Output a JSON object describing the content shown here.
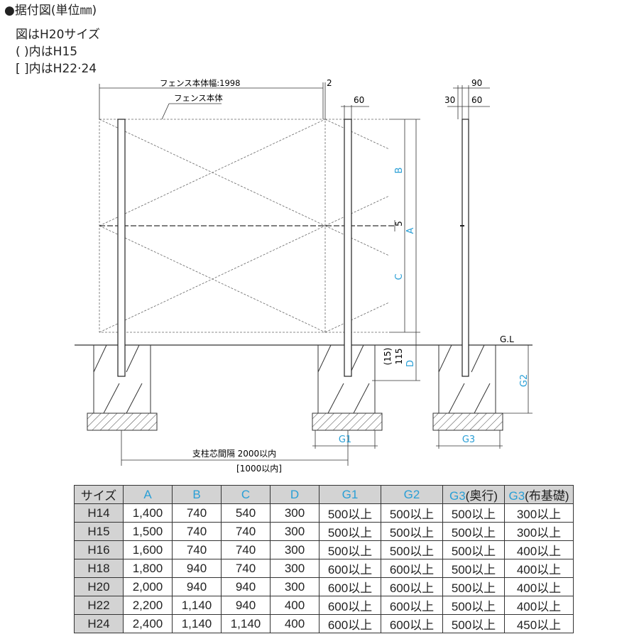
{
  "header": {
    "title": "●据付図(単位㎜)",
    "line1": "図はH20サイズ",
    "line2": "(    )内はH15",
    "line3": "[    ]内はH22·24"
  },
  "diagram": {
    "fence_width_label": "フェンス本体幅:1998",
    "fence_body_label": "フェンス本体",
    "gap_label": "2",
    "post_width_label": "60",
    "side_90": "90",
    "side_30": "30",
    "side_60": "60",
    "label_B": "B",
    "label_A": "A",
    "label_C": "C",
    "label_D": "D",
    "label_5": "5",
    "label_115": "115",
    "label_15": "(15)",
    "label_GL": "G.L",
    "label_G1": "G1",
    "label_G2": "G2",
    "label_G3": "G3",
    "post_spacing": "支柱芯間隔 2000以内",
    "post_spacing_alt": "[1000以内]"
  },
  "colors": {
    "blue_label": "#2a9fd6",
    "table_header_bg": "#d3d3d3"
  },
  "table": {
    "headers": {
      "size": "サイズ",
      "A": "A",
      "B": "B",
      "C": "C",
      "D": "D",
      "G1": "G1",
      "G2": "G2",
      "G3a": "G3",
      "G3a_note": "(奥行)",
      "G3b": "G3",
      "G3b_note": "(布基礎)"
    },
    "rows": [
      {
        "size": "H14",
        "A": "1,400",
        "B": "740",
        "C": "540",
        "D": "300",
        "G1": "500以上",
        "G2": "500以上",
        "G3a": "500以上",
        "G3b": "300以上"
      },
      {
        "size": "H15",
        "A": "1,500",
        "B": "740",
        "C": "740",
        "D": "300",
        "G1": "500以上",
        "G2": "500以上",
        "G3a": "500以上",
        "G3b": "300以上"
      },
      {
        "size": "H16",
        "A": "1,600",
        "B": "740",
        "C": "740",
        "D": "300",
        "G1": "500以上",
        "G2": "500以上",
        "G3a": "500以上",
        "G3b": "400以上"
      },
      {
        "size": "H18",
        "A": "1,800",
        "B": "940",
        "C": "740",
        "D": "300",
        "G1": "600以上",
        "G2": "600以上",
        "G3a": "500以上",
        "G3b": "400以上"
      },
      {
        "size": "H20",
        "A": "2,000",
        "B": "940",
        "C": "940",
        "D": "300",
        "G1": "600以上",
        "G2": "600以上",
        "G3a": "500以上",
        "G3b": "400以上"
      },
      {
        "size": "H22",
        "A": "2,200",
        "B": "1,140",
        "C": "940",
        "D": "400",
        "G1": "600以上",
        "G2": "600以上",
        "G3a": "500以上",
        "G3b": "400以上"
      },
      {
        "size": "H24",
        "A": "2,400",
        "B": "1,140",
        "C": "1,140",
        "D": "400",
        "G1": "600以上",
        "G2": "600以上",
        "G3a": "500以上",
        "G3b": "450以上"
      }
    ]
  }
}
